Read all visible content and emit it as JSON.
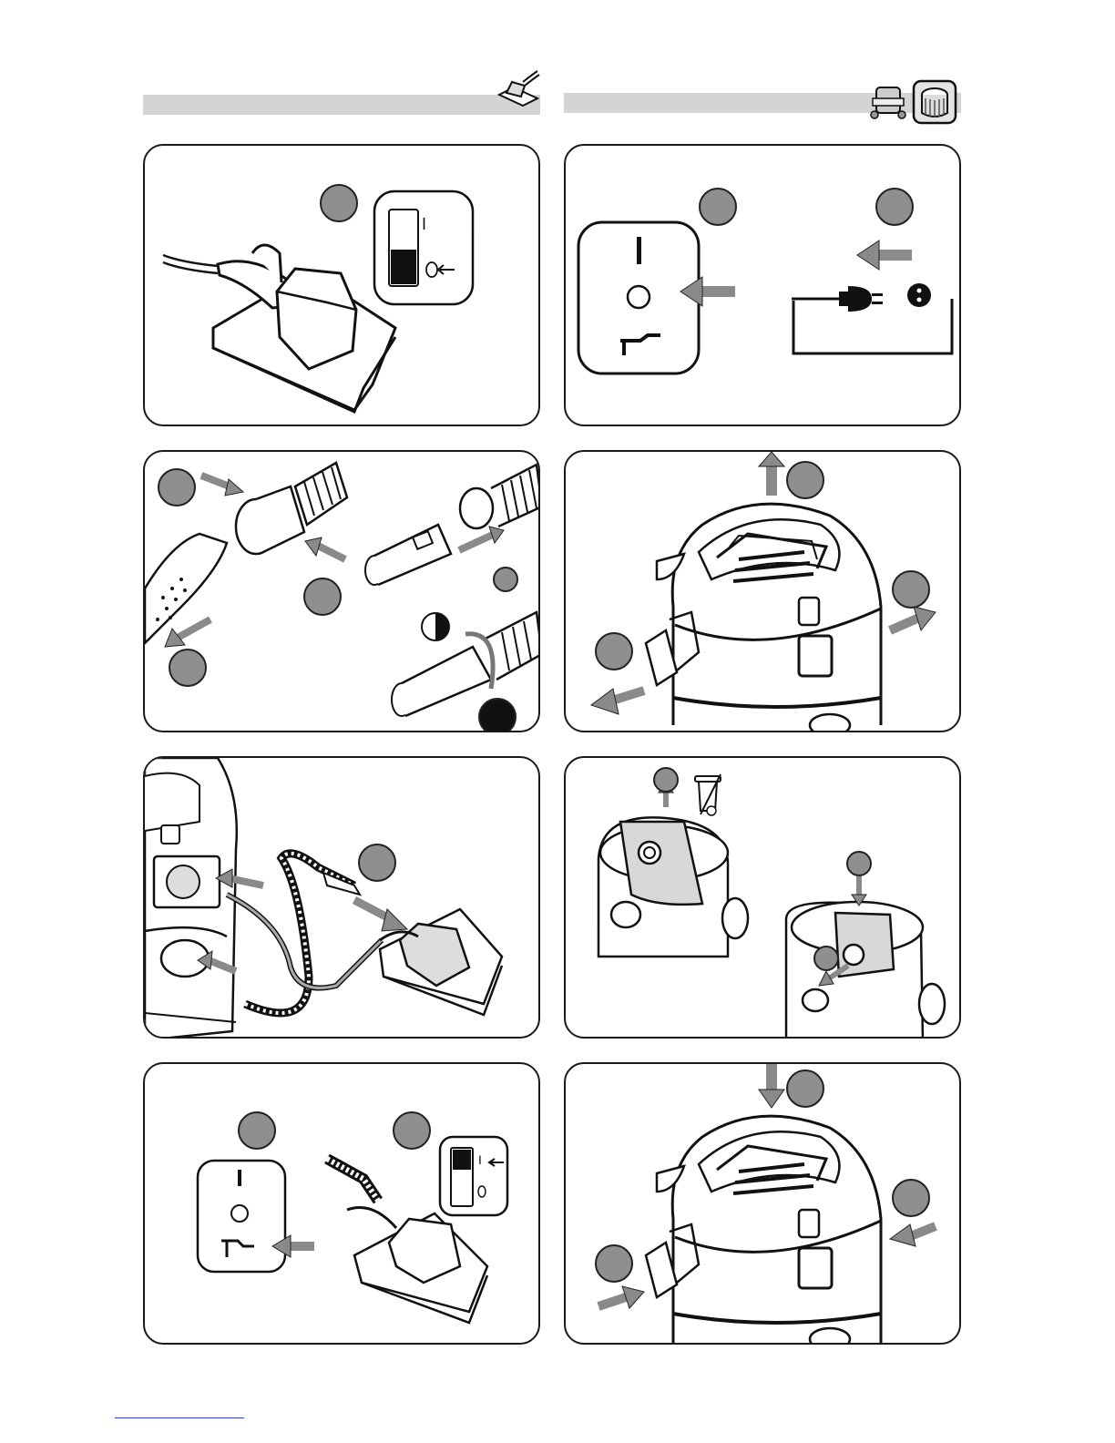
{
  "document": {
    "sections": [
      {
        "id": "left",
        "icon": "sander-tool-icon"
      },
      {
        "id": "right",
        "icons": [
          "motor-unit-icon",
          "cartridge-filter-icon"
        ]
      }
    ],
    "switch_labels": {
      "on": "I",
      "off": "O"
    },
    "colors": {
      "header_bar": "#d4d4d4",
      "step_marker": "#8f8f8f",
      "arrow": "#8a8a8a",
      "outline": "#1a1a1a",
      "footer_rule": "#2c3ed6"
    }
  }
}
